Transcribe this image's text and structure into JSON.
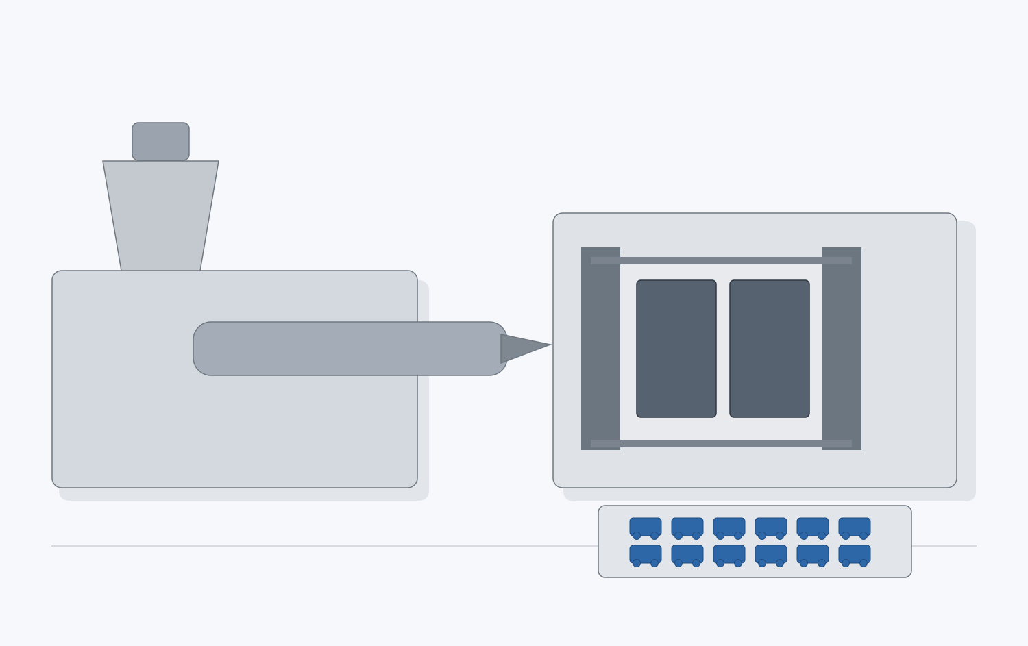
{
  "diagram": {
    "colors": {
      "background": "#f6f8fb",
      "machine_body": "#d3d9de",
      "machine_stroke": "#6f7780",
      "shadow": "#e2e5ea",
      "hopper": "#c4c9d0",
      "hopper_cap": "#9aa3ae",
      "barrel": "#a4acb7",
      "nozzle": "#7f8790",
      "mold_housing": "#dfe2e7",
      "platen": "#6b7680",
      "tie_bar": "#7b838e",
      "mold_frame": "#e8eaee",
      "cavity": "#566270",
      "tray": "#e2e5ea",
      "part": "#2e67a8",
      "floor_line": "#d7dbe0"
    },
    "parts_tray": {
      "rows": 2,
      "columns": 6
    },
    "mold_cavities": 2
  }
}
